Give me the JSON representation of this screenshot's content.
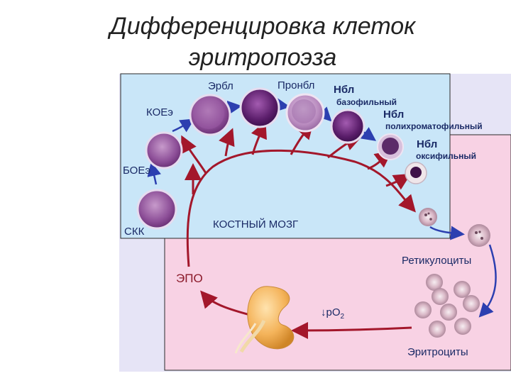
{
  "title": {
    "line1": "Дифференцировка клеток",
    "line2": "эритропоэза"
  },
  "labels": {
    "erbl": "Эрбл",
    "pronbl": "Пронбл",
    "nbl_baso": "Нбл",
    "baso_sub": "базофильный",
    "nbl_poly": "Нбл",
    "poly_sub": "полихроматофильный",
    "nbl_oxy": "Нбл",
    "oxy_sub": "оксифильный",
    "koe": "КОЕэ",
    "boe": "БОЕэ",
    "skk": "СКК",
    "bone_marrow": "КОСТНЫЙ МОЗГ",
    "reticulocytes": "Ретикулоциты",
    "erythrocytes": "Эритроциты",
    "epo": "ЭПО",
    "po2_arrow": "↓",
    "po2_main": "pO",
    "po2_sub": "2"
  },
  "colors": {
    "marrow_bg": "#c9e6f8",
    "body_bg": "#f8d2e4",
    "arrow_red": "#a3172b",
    "arrow_blue": "#2c3fb0",
    "cell_purple": "#7b3f8f",
    "kidney": "#f4b35a"
  }
}
